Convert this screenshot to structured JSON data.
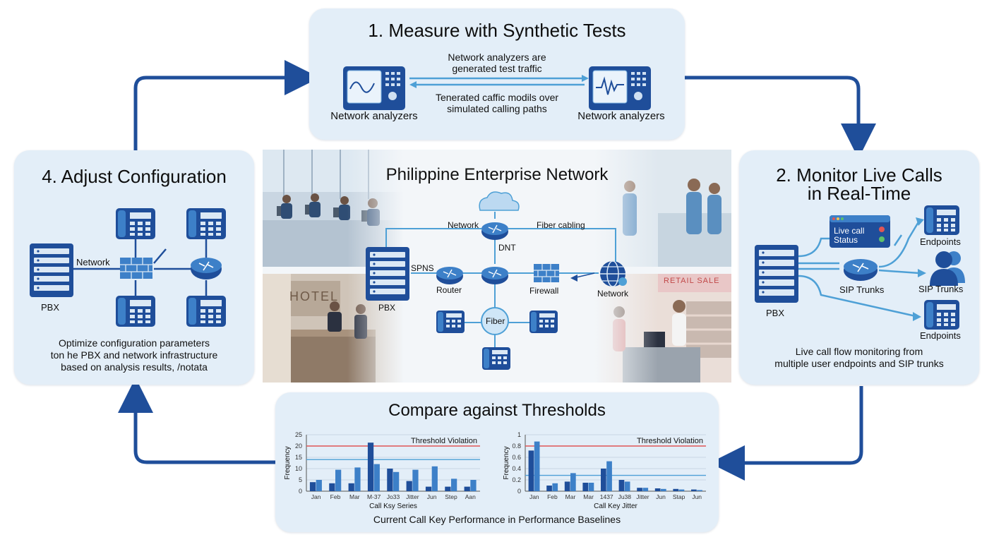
{
  "colors": {
    "panel": "#e3eef8",
    "arrow": "#1f4e9a",
    "device": "#1f4e9a",
    "link": "#4ea0d6",
    "threshold": "#e05555"
  },
  "step1": {
    "title": "1. Measure with Synthetic Tests",
    "left_label": "Network analyzers",
    "right_label": "Network analyzers",
    "top_caption_1": "Network analyzers are",
    "top_caption_2": "generated test traffic",
    "bottom_caption_1": "Tenerated caffic modils over",
    "bottom_caption_2": "simulated calling paths"
  },
  "step2": {
    "title_1": "2. Monitor Live Calls",
    "title_2": "in Real-Time",
    "status_1": "Live call",
    "status_2": "Status",
    "pbx": "PBX",
    "sip_center": "SIP Trunks",
    "endpoints_top": "Endpoints",
    "sip_right": "SIP Trunks",
    "endpoints_bottom": "Endpoints",
    "desc_1": "Live call flow monitoring from",
    "desc_2": "multiple user endpoints and SIP trunks"
  },
  "step4": {
    "title": "4. Adjust Configuration",
    "network": "Network",
    "pbx": "PBX",
    "desc_1": "Optimize configuration parameters",
    "desc_2": "ton he PBX and network infrastructure",
    "desc_3": "based on analysis results, /notata"
  },
  "center": {
    "title": "Philippine Enterprise Network",
    "network": "Network",
    "fiber_cabling": "Fiber cabling",
    "dnt": "DNT",
    "spns": "SPNS",
    "router": "Router",
    "firewall": "Firewall",
    "network_globe": "Network",
    "pbx": "PBX",
    "fiber": "Fiber",
    "hotel_sign": "HOTEL",
    "retail_sign": "RETAIL SALE"
  },
  "step3": {
    "title": "Compare against Thresholds",
    "caption": "Current Call Key Performance in Performance Baselines"
  },
  "chart_data": [
    {
      "type": "bar",
      "title": "",
      "annotation": "Threshold Violation",
      "xlabel": "Call Ksy Series",
      "ylabel": "Frequency",
      "categories": [
        "Jan",
        "Feb",
        "Mar",
        "M-37",
        "Jo33",
        "Jitter",
        "Jun",
        "Step",
        "Aan"
      ],
      "ylim": [
        0,
        25
      ],
      "yticks": [
        "0",
        "5",
        "10",
        "15",
        "20",
        "25"
      ],
      "threshold": 20,
      "baseline": 14,
      "series": [
        {
          "values": [
            4,
            3.5,
            3.5,
            21.5,
            10,
            4.5,
            2,
            2,
            2
          ]
        },
        {
          "values": [
            5,
            9.5,
            10.5,
            12,
            8.5,
            9.5,
            11,
            5.5,
            5
          ]
        }
      ]
    },
    {
      "type": "bar",
      "title": "",
      "annotation": "Threshold Violation",
      "xlabel": "Call Key Jitter",
      "ylabel": "Frequency",
      "categories": [
        "Jan",
        "Feb",
        "Mar",
        "Mar",
        "1437",
        "Ju38",
        "Jitter",
        "Jun",
        "Stap",
        "Jun"
      ],
      "ylim": [
        0,
        1
      ],
      "yticks": [
        "0",
        "0.2",
        "0.4",
        "0.6",
        "0.8",
        "1"
      ],
      "threshold": 0.8,
      "baseline": 0.28,
      "series": [
        {
          "values": [
            0.72,
            0.1,
            0.17,
            0.15,
            0.4,
            0.2,
            0.06,
            0.05,
            0.04,
            0.03
          ]
        },
        {
          "values": [
            0.88,
            0.14,
            0.32,
            0.15,
            0.53,
            0.17,
            0.06,
            0.04,
            0.03,
            0.02
          ]
        }
      ]
    }
  ]
}
